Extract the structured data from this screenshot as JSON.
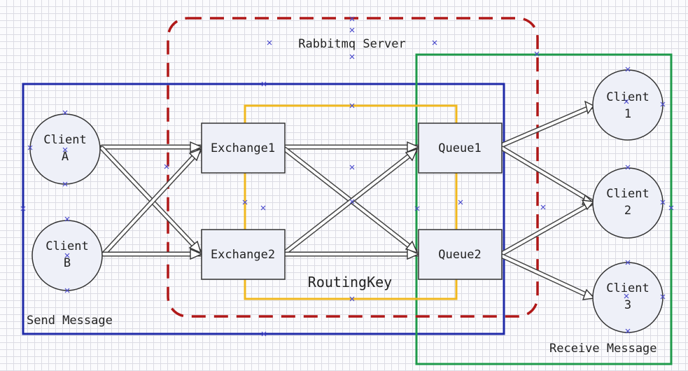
{
  "regions": {
    "server": {
      "label": "Rabbitmq Server",
      "color": "#b01818"
    },
    "send": {
      "label": "Send Message",
      "color": "#1f2aa8"
    },
    "receive": {
      "label": "Receive Message",
      "color": "#1e9a4a"
    },
    "routing": {
      "label": "RoutingKey",
      "color": "#f0b81e"
    }
  },
  "clients_send": [
    {
      "line1": "Client",
      "line2": "A"
    },
    {
      "line1": "Client",
      "line2": "B"
    }
  ],
  "exchanges": [
    {
      "label": "Exchange1"
    },
    {
      "label": "Exchange2"
    }
  ],
  "queues": [
    {
      "label": "Queue1"
    },
    {
      "label": "Queue2"
    }
  ],
  "clients_receive": [
    {
      "line1": "Client",
      "line2": "1"
    },
    {
      "line1": "Client",
      "line2": "2"
    },
    {
      "line1": "Client",
      "line2": "3"
    }
  ]
}
